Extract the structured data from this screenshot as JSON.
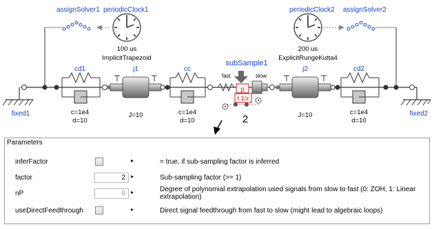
{
  "diagram": {
    "assignSolver1": "assignSolver1",
    "periodicClock1": "periodicClock1",
    "clock1_period": "100 us",
    "clock1_solver": "ImplicitTrapezoid",
    "periodicClock2": "periodicClock2",
    "assignSolver2": "assignSolver2",
    "clock2_period": "200 us",
    "clock2_solver": "ExplicitRungeKutta4",
    "cd1": "cd1",
    "cd1_c": "c=1e4",
    "cd1_d": "d=10",
    "j1": "j1",
    "j1_J": "J=10",
    "cc": "cc",
    "cc_c": "c=1e4",
    "cc_d": "d=10",
    "subSample": "subSample1",
    "sub_fast": "fast",
    "sub_slow": "slow",
    "sub_p": "p",
    "sub_z": "t 1/z",
    "j2": "j2",
    "j2_J": "J=10",
    "cd2": "cd2",
    "cd2_c": "c=1e4",
    "cd2_d": "d=10",
    "fixed1": "fixed1",
    "fixed2": "fixed2",
    "callout": "2"
  },
  "params": {
    "title": "Parameters",
    "rows": [
      {
        "name": "inferFactor",
        "kind": "checkbox",
        "value": "",
        "desc": "= true, if sub-sampling factor is inferred"
      },
      {
        "name": "factor",
        "kind": "field",
        "value": "2",
        "desc": "Sub-sampling factor (>= 1)"
      },
      {
        "name": "nP",
        "kind": "field-dim",
        "value": "0",
        "desc": "Degree of polynomial extrapolation used signals from slow to fast (0: ZOH, 1: Linear extrapolation)"
      },
      {
        "name": "useDirectFeedthrough",
        "kind": "checkbox",
        "value": "",
        "desc": "Direct signal feedthrough from fast to slow (might lead to algebraic loops)"
      }
    ]
  },
  "colors": {
    "label_blue": "#1a3fd6",
    "accent_red": "#e01010",
    "component_gray": "#b8b8b8"
  }
}
